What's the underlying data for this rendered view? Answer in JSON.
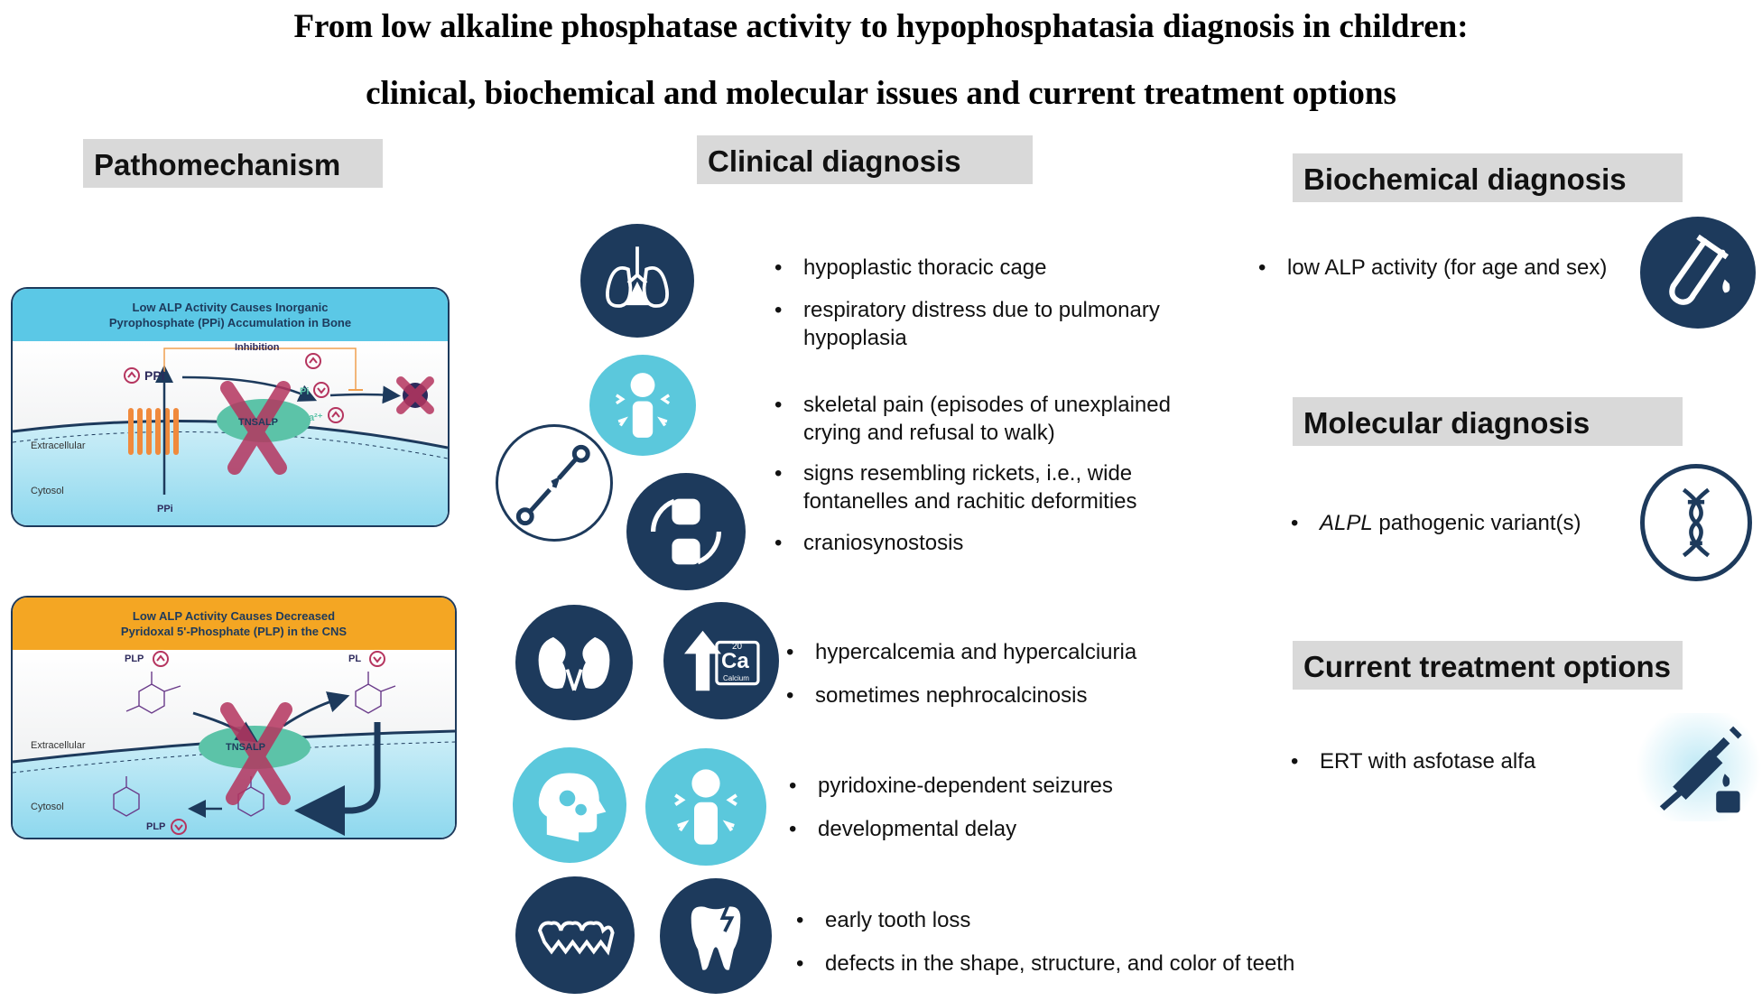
{
  "title": {
    "line1": "From low alkaline phosphatase activity to hypophosphatasia diagnosis in children:",
    "line2": "clinical, biochemical and molecular issues and current treatment options"
  },
  "sections": {
    "pathomechanism": "Pathomechanism",
    "clinical": "Clinical diagnosis",
    "biochemical": "Biochemical diagnosis",
    "molecular": "Molecular diagnosis",
    "treatment": "Current treatment options"
  },
  "panel1": {
    "title_line1": "Low ALP Activity Causes Inorganic",
    "title_line2": "Pyrophosphate (PPi) Accumulation in Bone",
    "inhibition": "Inhibition",
    "ppi_top": "PPi",
    "ppi_bottom": "PPi",
    "pi": "Pi",
    "ca": "Ca²⁺",
    "enzyme": "TNSALP",
    "extracellular": "Extracellular",
    "cytosol": "Cytosol"
  },
  "panel2": {
    "title_line1": "Low ALP Activity Causes Decreased",
    "title_line2": "Pyridoxal 5'-Phosphate (PLP) in the CNS",
    "plp_top": "PLP",
    "pl": "PL",
    "plp_bottom": "PLP",
    "enzyme": "TNSALP",
    "extracellular": "Extracellular",
    "cytosol": "Cytosol"
  },
  "clinical": {
    "group1": [
      "hypoplastic thoracic cage",
      "respiratory distress due to pulmonary hypoplasia"
    ],
    "group2": [
      "skeletal pain (episodes of unexplained crying and refusal to walk)",
      "signs resembling rickets, i.e., wide fontanelles and rachitic deformities",
      "craniosynostosis"
    ],
    "group3": [
      "hypercalcemia and hypercalciuria",
      "sometimes nephrocalcinosis"
    ],
    "group4": [
      "pyridoxine-dependent seizures",
      "developmental delay"
    ],
    "group5": [
      "early tooth loss",
      "defects in the shape, structure, and color of teeth"
    ]
  },
  "biochemical": {
    "items": [
      "low ALP activity (for age and sex)"
    ]
  },
  "molecular": {
    "gene": "ALPL",
    "rest": " pathogenic variant(s)"
  },
  "treatment": {
    "items": [
      "ERT with asfotase alfa"
    ]
  },
  "calcium": {
    "number": "20",
    "symbol": "Ca",
    "name": "Calcium"
  },
  "bullet_char": "•",
  "colors": {
    "navy": "#1d3a5c",
    "teal": "#5bc8dc",
    "header_gray": "#d9d9d9",
    "panel1_header": "#5bc8e6",
    "panel2_header": "#f4a623",
    "enzyme": "#5cc3a8",
    "block": "#b5355f"
  },
  "icons": [
    "lungs-icon",
    "pain-figure-icon",
    "broken-bone-icon",
    "joint-icon",
    "kidney-icon",
    "calcium-icon",
    "brain-gears-icon",
    "pain-figure-icon",
    "teeth-icon",
    "broken-tooth-icon",
    "test-tube-icon",
    "dna-icon",
    "syringe-icon"
  ]
}
